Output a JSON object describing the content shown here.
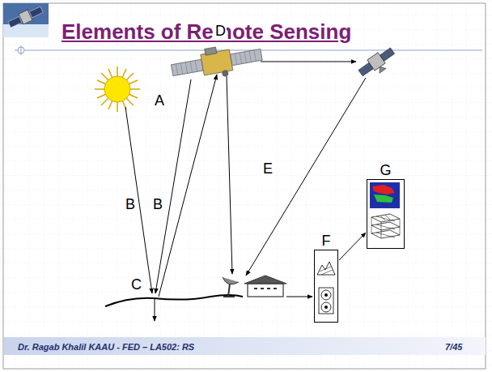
{
  "diagram": {
    "title": "Elements of Remote Sensing",
    "nodes": [
      {
        "text": [
          "F"
        ]
      },
      {
        "text": [
          "G"
        ]
      }
    ],
    "edges": [
      {
        "from": 0,
        "to": 1,
        "arrow": "to"
      }
    ],
    "labels": [
      "A",
      "B",
      "B",
      "C",
      "D",
      "E",
      "Dr. Ragab Khalil KAAU - FED – LA502: RS",
      "7/45"
    ]
  }
}
